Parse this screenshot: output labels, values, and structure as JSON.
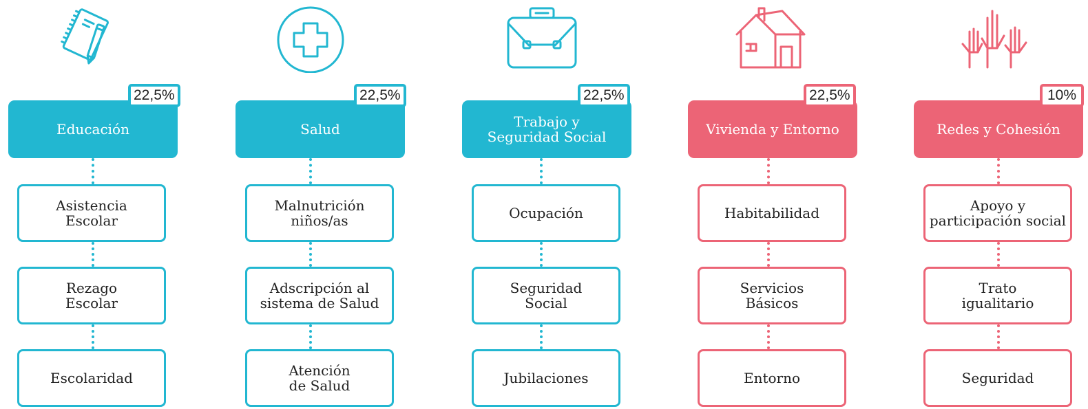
{
  "colors": {
    "teal": "#22b7d1",
    "pink": "#ec6476"
  },
  "columns": [
    {
      "icon": "notebook-pencil-icon",
      "color": "teal",
      "title": "Educación",
      "percent": "22,5%",
      "items": [
        "Asistencia\nEscolar",
        "Rezago\nEscolar",
        "Escolaridad"
      ]
    },
    {
      "icon": "health-cross-icon",
      "color": "teal",
      "title": "Salud",
      "percent": "22,5%",
      "items": [
        "Malnutrición\nniños/as",
        "Adscripción al\nsistema de Salud",
        "Atención\nde Salud"
      ]
    },
    {
      "icon": "briefcase-icon",
      "color": "teal",
      "title": "Trabajo y\nSeguridad Social",
      "percent": "22,5%",
      "items": [
        "Ocupación",
        "Seguridad\nSocial",
        "Jubilaciones"
      ]
    },
    {
      "icon": "house-icon",
      "color": "pink",
      "title": "Vivienda y Entorno",
      "percent": "22,5%",
      "items": [
        "Habitabilidad",
        "Servicios\nBásicos",
        "Entorno"
      ]
    },
    {
      "icon": "raised-hands-icon",
      "color": "pink",
      "title": "Redes y Cohesión",
      "percent": "10%",
      "items": [
        "Apoyo y\nparticipación social",
        "Trato\nigualitario",
        "Seguridad"
      ]
    }
  ]
}
